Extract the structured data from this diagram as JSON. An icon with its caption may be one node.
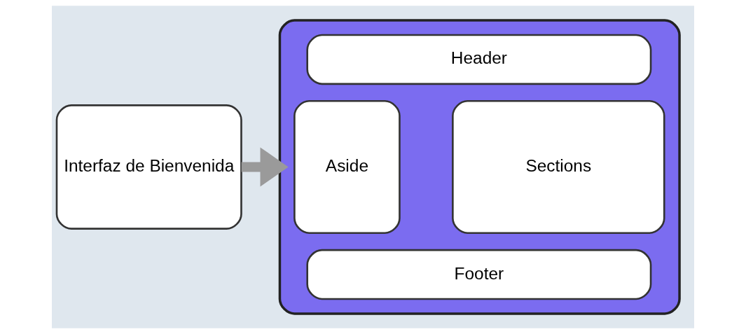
{
  "diagram": {
    "nodes": [
      {
        "text": [
          "Interfaz de Bienvenida"
        ]
      },
      {
        "text": [],
        "shape": "box"
      },
      {
        "text": [
          "Header"
        ],
        "in": 1
      },
      {
        "text": [
          "Aside"
        ],
        "in": 1
      },
      {
        "text": [
          "Sections"
        ],
        "in": 1
      },
      {
        "text": [
          "Footer"
        ],
        "in": 1
      }
    ],
    "edges": [
      {
        "from": 0,
        "to": 1,
        "arrow": "to"
      }
    ]
  }
}
